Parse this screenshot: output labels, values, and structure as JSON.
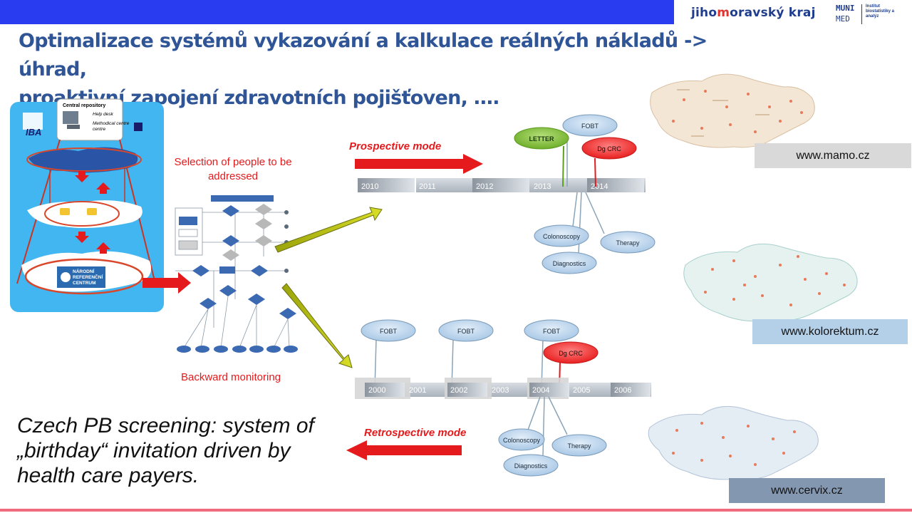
{
  "header": {
    "logo_left": "jiho",
    "logo_m": "m",
    "logo_right": "oravský kraj",
    "muni_top": "MUNI",
    "muni_bottom": "MED",
    "institute": "Institut biostatistiky a analýz"
  },
  "title": {
    "line1": "Optimalizace systémů vykazování a kalkulace reálných nákladů -> úhrad,",
    "line2": "proaktivní zapojení zdravotních pojišťoven, …."
  },
  "left_panel": {
    "iba_logo": "IBA",
    "repository_title": "Central repository",
    "repository_items": [
      "Help desk",
      "Methodical centre"
    ],
    "reference_center": [
      "NÁRODNÍ",
      "REFERENČNÍ",
      "CENTRUM"
    ]
  },
  "selection_label": [
    "Selection of people to be",
    "addressed"
  ],
  "backward_label": "Backward monitoring",
  "prospective": {
    "label": "Prospective mode",
    "years": [
      "2010",
      "2011",
      "2012",
      "2013",
      "2014"
    ],
    "events_above": [
      "LETTER",
      "FOBT",
      "Dg CRC"
    ],
    "events_below": [
      "Colonoscopy",
      "Diagnostics",
      "Therapy"
    ]
  },
  "retrospective": {
    "label": "Retrospective mode",
    "years": [
      "2000",
      "2001",
      "2002",
      "2003",
      "2004",
      "2005",
      "2006"
    ],
    "events_above": [
      "FOBT",
      "FOBT",
      "FOBT",
      "Dg CRC"
    ],
    "events_below": [
      "Colonoscopy",
      "Diagnostics",
      "Therapy"
    ]
  },
  "caption": [
    "Czech PB screening: system of",
    "„birthday“ invitation driven by",
    "health care payers."
  ],
  "maps": [
    {
      "url": "www.mamo.cz",
      "label_bg": "#d9d9d9"
    },
    {
      "url": "www.kolorektum.cz",
      "label_bg": "#b4cfe8"
    },
    {
      "url": "www.cervix.cz",
      "label_bg": "#8497b0"
    }
  ],
  "colors": {
    "header_bar": "#2a3cf0",
    "title": "#2f5597",
    "red_text": "#e41a1c",
    "letter_bubble": "#8dc63f",
    "bubble": "#c5dcf0",
    "dg_bubble": "#ff3333",
    "bottom_line": "#f06a80"
  }
}
